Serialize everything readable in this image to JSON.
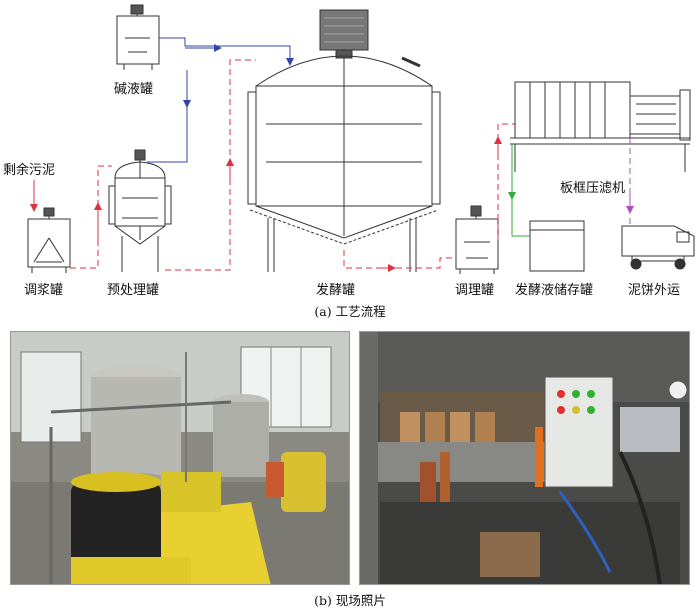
{
  "labels": {
    "alkali_tank": "碱液罐",
    "excess_sludge": "剩余污泥",
    "slurry_tank": "调浆罐",
    "pretreatment_tank": "预处理罐",
    "fermentation_tank": "发酵罐",
    "conditioning_tank": "调理罐",
    "filter_press": "板框压滤机",
    "liquid_storage_tank": "发酵液储存罐",
    "cake_transport": "泥饼外运"
  },
  "captions": {
    "process_flow": "(a)  工艺流程",
    "site_photos": "(b)  现场照片"
  },
  "colors": {
    "alkali_flow": "#3344aa",
    "sludge_flow": "#e03040",
    "filtrate_flow": "#33aa33",
    "cake_flow": "#b050c0",
    "equipment_line": "#333333"
  },
  "photos": {
    "left_subject": "yellow tanks and stainless vessels",
    "right_subject": "filter press and control cabinet"
  }
}
